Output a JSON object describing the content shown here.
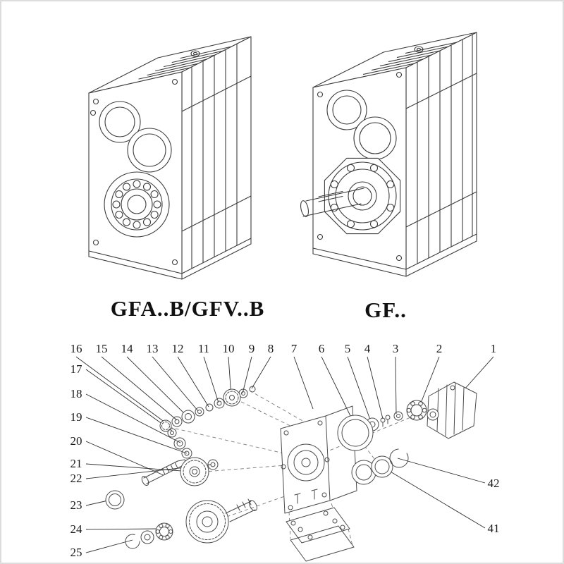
{
  "models": {
    "left": "GFA..B/GFV..B",
    "right": "GF.."
  },
  "callouts": {
    "top": [
      "16",
      "15",
      "14",
      "13",
      "12",
      "11",
      "10",
      "9",
      "8",
      "7",
      "6",
      "5",
      "4",
      "3",
      "2",
      "1"
    ],
    "left": [
      "17",
      "18",
      "19",
      "20",
      "21",
      "22",
      "23",
      "24",
      "25"
    ],
    "right": [
      "42",
      "41"
    ]
  }
}
